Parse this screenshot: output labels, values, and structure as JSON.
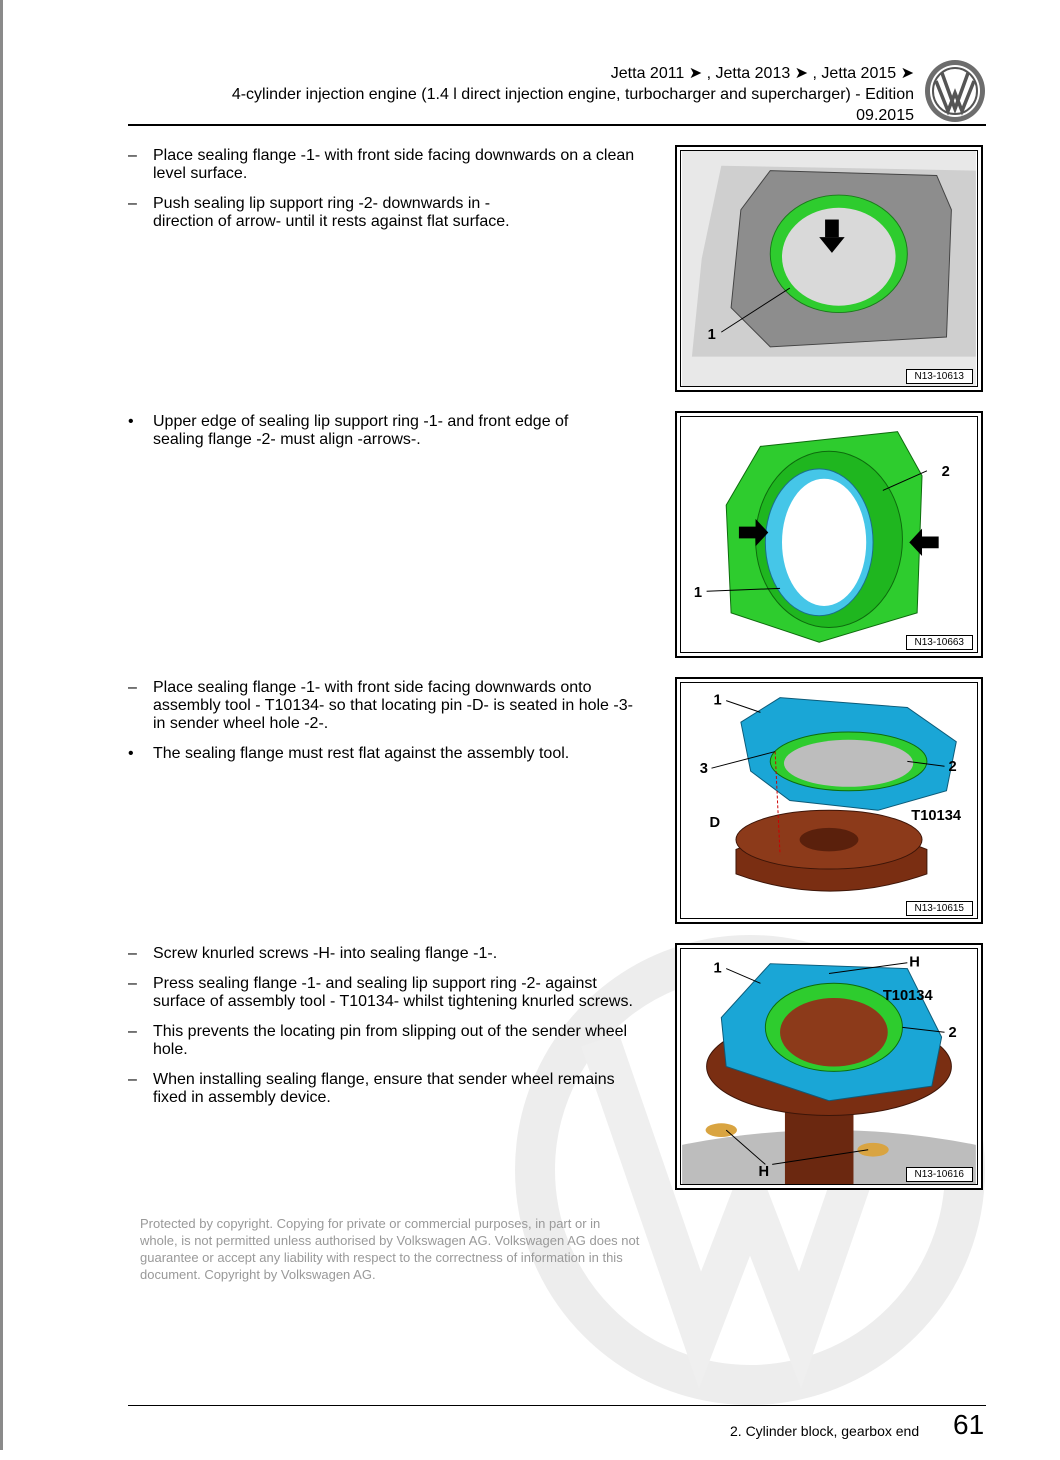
{
  "header": {
    "models": "Jetta 2011 ➤ , Jetta 2013 ➤ , Jetta 2015 ➤",
    "title": "4-cylinder injection engine (1.4 l direct injection engine, turbocharger and supercharger) - Edition",
    "edition": "09.2015"
  },
  "sections": [
    {
      "items": [
        {
          "mark": "–",
          "text": "Place sealing flange -1- with front side facing downwards on a clean level surface."
        },
        {
          "mark": "–",
          "text": "Push sealing lip support ring -2- downwards in -direction of arrow- until it rests against flat surface."
        }
      ],
      "figure": {
        "code": "N13-10613",
        "labels": [
          "1"
        ]
      }
    },
    {
      "items": [
        {
          "mark": "•",
          "text": "Upper edge of sealing lip support ring -1- and front edge of sealing flange -2- must align -arrows-."
        }
      ],
      "figure": {
        "code": "N13-10663",
        "labels": [
          "2",
          "1"
        ]
      }
    },
    {
      "items": [
        {
          "mark": "–",
          "text": "Place sealing flange -1- with front side facing downwards onto assembly tool - T10134- so that locating pin -D- is seated in hole -3- in sender wheel hole -2-."
        },
        {
          "mark": "•",
          "text": "The sealing flange must rest flat against the assembly tool."
        }
      ],
      "figure": {
        "code": "N13-10615",
        "labels": [
          "1",
          "3",
          "2",
          "D",
          "T10134"
        ]
      }
    },
    {
      "items": [
        {
          "mark": "–",
          "text": "Screw knurled screws -H- into sealing flange -1-."
        },
        {
          "mark": "–",
          "text": "Press sealing flange -1- and sealing lip support ring -2- against surface of assembly tool - T10134- whilst tightening knurled screws."
        },
        {
          "mark": "–",
          "text": "This prevents the locating pin from slipping out of the sender wheel hole."
        },
        {
          "mark": "–",
          "text": "When installing sealing flange, ensure that sender wheel remains fixed in assembly device."
        }
      ],
      "figure": {
        "code": "N13-10616",
        "labels": [
          "1",
          "H",
          "T10134",
          "2",
          "H"
        ]
      }
    }
  ],
  "footer": {
    "section": "2. Cylinder block, gearbox end",
    "page": "61"
  },
  "watermark": "Protected by copyright. Copying for private or commercial purposes, in part or in whole, is not permitted unless authorised by Volkswagen AG. Volkswagen AG does not guarantee or accept any liability with respect to the correctness of information in this document. Copyright by Volkswagen AG.",
  "colors": {
    "green": "#2ecc2e",
    "cyan": "#1aa6d6",
    "brown": "#7a2e12",
    "gray": "#9a9a9a"
  }
}
